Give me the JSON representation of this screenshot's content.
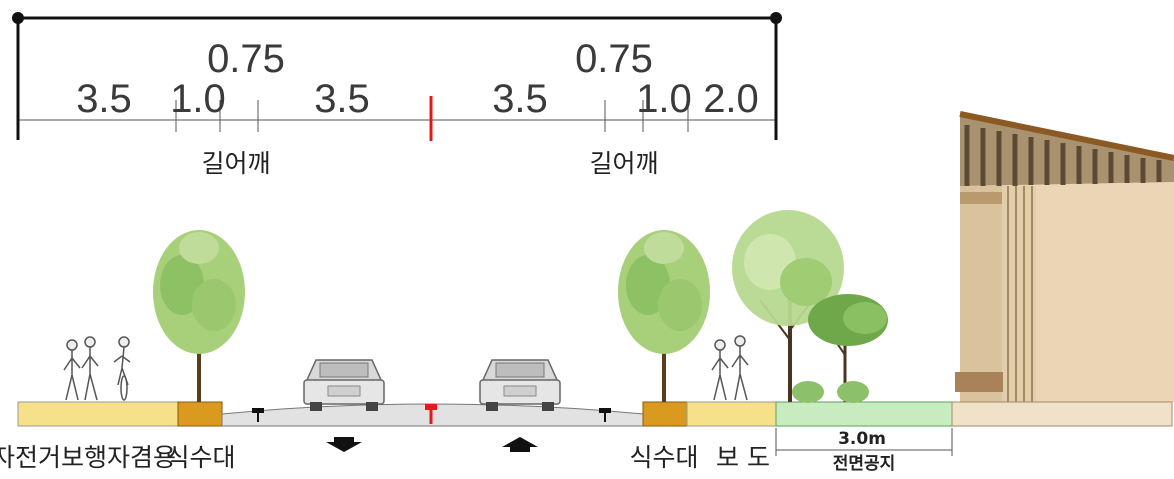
{
  "dimensions": {
    "left_lane": "3.5",
    "left_shoulder": "1.0",
    "left_margin": "0.75",
    "left_center_lane": "3.5",
    "right_center_lane": "3.5",
    "right_margin": "0.75",
    "right_shoulder": "1.0",
    "right_sidewalk": "2.0"
  },
  "shoulder_labels": {
    "left": "길어깨",
    "right": "길어깨"
  },
  "ground_labels": {
    "bike_ped": "자전거보행자겸용",
    "planting_left": "식수대",
    "planting_right": "식수대",
    "sidewalk": "보 도",
    "front_space_width": "3.0m",
    "front_space": "전면공지"
  },
  "colors": {
    "yellow_band": "#f6e08a",
    "planter": "#d99a1f",
    "green_strip": "#c8ecc0",
    "road": "#e2e2e2",
    "center_mark": "#e01b1b"
  },
  "icons": [
    "tree-icon",
    "car-icon",
    "pedestrian-icon",
    "cyclist-icon",
    "arrow-down-icon",
    "arrow-up-icon"
  ]
}
